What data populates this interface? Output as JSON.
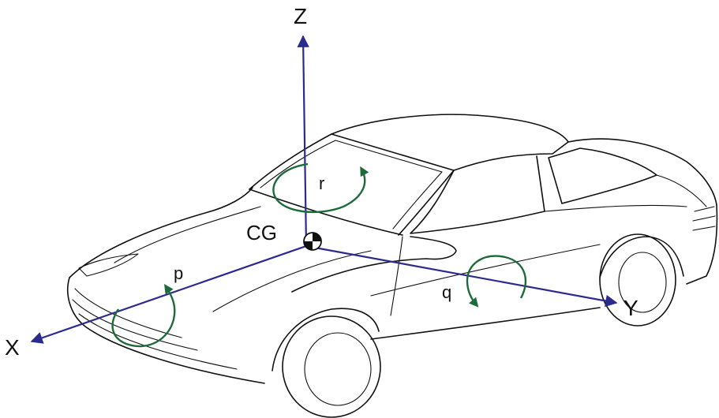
{
  "axes": {
    "x_label": "X",
    "y_label": "Y",
    "z_label": "Z"
  },
  "rates": {
    "roll_label": "p",
    "pitch_label": "q",
    "yaw_label": "r"
  },
  "center_of_gravity_label": "CG",
  "colors": {
    "axis": "#2b2b8f",
    "rotation": "#1d6b3a",
    "outline": "#111111"
  }
}
